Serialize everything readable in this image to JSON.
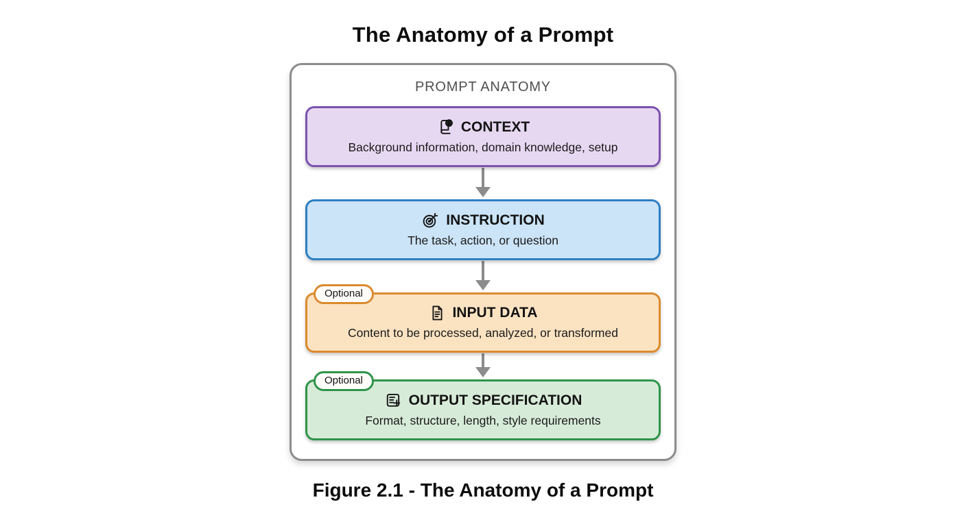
{
  "page": {
    "title": "The Anatomy of a Prompt",
    "caption": "Figure 2.1 - The Anatomy of a Prompt"
  },
  "diagram": {
    "header": "PROMPT ANATOMY",
    "sections": [
      {
        "title": "CONTEXT",
        "subtitle": "Background information, domain knowledge, setup",
        "icon": "book-globe-icon",
        "optional": false,
        "fill": "#E7D8F2",
        "border": "#7C52AF"
      },
      {
        "title": "INSTRUCTION",
        "subtitle": "The task, action, or question",
        "icon": "target-dart-icon",
        "optional": false,
        "fill": "#CBE4F7",
        "border": "#2E7FC2"
      },
      {
        "title": "INPUT DATA",
        "subtitle": "Content to be processed, analyzed, or transformed",
        "icon": "document-icon",
        "optional": true,
        "optional_label": "Optional",
        "fill": "#FBE3C2",
        "border": "#DB8A2E"
      },
      {
        "title": "OUTPUT SPECIFICATION",
        "subtitle": "Format, structure, length, style requirements",
        "icon": "form-plus-icon",
        "optional": true,
        "optional_label": "Optional",
        "fill": "#D7EBD9",
        "border": "#2E9449"
      }
    ],
    "arrow_color": "#8C8C8C",
    "frame_border_color": "#8C8C8C",
    "header_text_color": "#4F4F4F"
  }
}
